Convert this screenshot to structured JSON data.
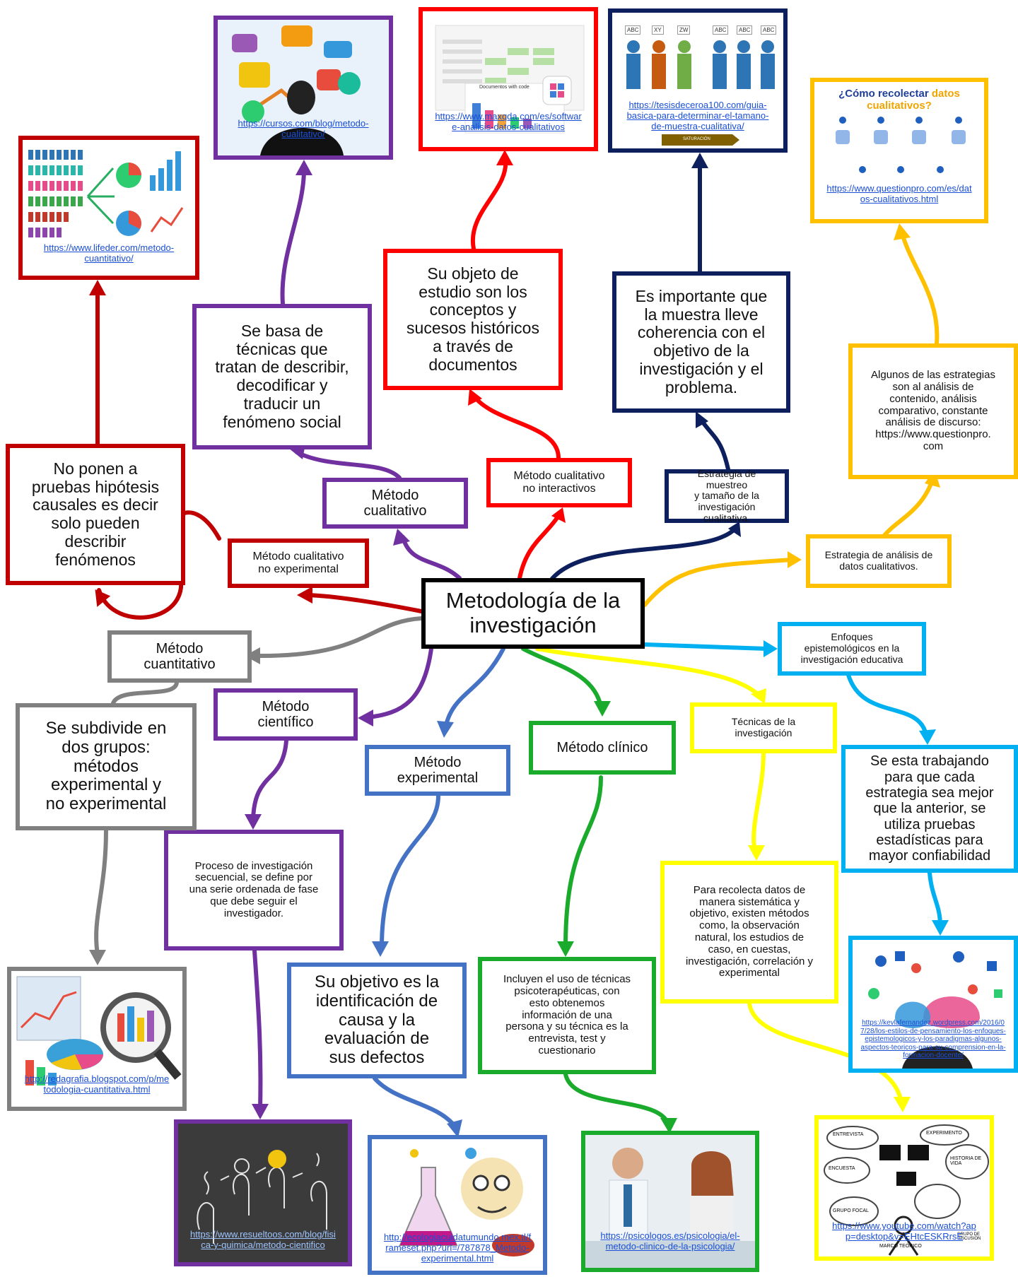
{
  "colors": {
    "red": "#cc0000",
    "darkred": "#c00000",
    "purple": "#7030a0",
    "navy": "#0d1f5c",
    "orange": "#ffc000",
    "gray": "#808080",
    "blue": "#4472c4",
    "green": "#1aaa2c",
    "yellow": "#ffff00",
    "cyan": "#00b0f0",
    "black": "#000000"
  },
  "center": {
    "title": "Metodología de la\ninvestigación"
  },
  "branches": {
    "no_exp": "Método cualitativo\nno experimental",
    "cualitativo": "Método\ncualitativo",
    "no_inter": "Método cualitativo\nno interactivos",
    "muestreo": "Estrategia de muestreo\ny tamaño de la\ninvestigación cualitativa.",
    "analisis": "Estrategia de análisis de\ndatos cualitativos.",
    "enfoques": "Enfoques\nepistemológicos en la\ninvestigación educativa",
    "tecnicas": "Técnicas de la\ninvestigación",
    "clinico": "Método clínico",
    "experimental": "Método\nexperimental",
    "cientifico": "Método\ncientífico",
    "cuantitativo": "Método\ncuantitativo"
  },
  "details": {
    "no_exp": "No ponen a\npruebas hipótesis\ncausales es decir\nsolo pueden\ndescribir\nfenómenos",
    "cualitativo": "Se basa de\ntécnicas que\ntratan de describir,\ndecodificar y\ntraducir un\nfenómeno social",
    "no_inter": "Su objeto de\nestudio son los\nconceptos y\nsucesos históricos\na través de\ndocumentos",
    "muestreo": "Es importante que\nla muestra lleve\ncoherencia con el\nobjetivo de la\ninvestigación y el\nproblema.",
    "analisis": "Algunos de las estrategias\nson al análisis de\ncontenido, análisis\ncomparativo, constante\nanálisis de discurso:\nhttps://www.questionpro.\ncom",
    "enfoques": "Se esta trabajando\npara que cada\nestrategia sea mejor\nque la anterior, se\nutiliza pruebas\nestadísticas para\nmayor confiabilidad",
    "tecnicas": "Para recolecta datos de\nmanera sistemática y\nobjetivo, existen métodos\ncomo, la observación\nnatural, los estudios de\ncaso, en cuestas,\ninvestigación, correlación y\nexperimental",
    "clinico": "Incluyen el uso de técnicas\npsicoterapéuticas, con\nesto obtenemos\ninformación de una\npersona y su técnica es la\nentrevista, test y\ncuestionario",
    "experimental": "Su objetivo es la\nidentificación de\ncausa y la\nevaluación de\nsus defectos",
    "cientifico": "Proceso de investigación\nsecuencial, se define por\nuna serie ordenada de fase\nque debe seguir el\ninvestigador.",
    "cuantitativo": "Se subdivide en\ndos grupos:\nmétodos\nexperimental y\nno experimental"
  },
  "links": {
    "lifeder": "https://www.lifeder.com/metodo-\ncuantitativo/",
    "cursos": "https://cursos.com/blog/metodo-\ncualitativo/",
    "maxqda": "https://www.maxqda.com/es/softwar\ne-analisis-datos-cualitativos",
    "tesis": "https://tesisdeceroa100.com/guia-\nbasica-para-determinar-el-tamano-\nde-muestra-cualitativa/",
    "questionpro": "https://www.questionpro.com/es/dat\nos-cualitativos.html",
    "redagrafia": "http://redagrafia.blogspot.com/p/me\ntodologia-cuantitativa.html",
    "resueltoos": "https://www.resueltoos.com/blog/fisi\nca-y-quimica/metodo-cientifico",
    "ecologia": "http://ecologiacuidatumundo.mex.tl/f\nrameset.php?url=/787878_Metodo-\nexperimental.html",
    "psicologos": "https://psicologos.es/psicologia/el-\nmetodo-clinico-de-la-psicologia/",
    "kevla": "https://kevlafernandez.wordpress.com/2016/0\n7/28/los-estilos-de-pensamiento-los-enfoques-\nepistemologicos-y-los-paradigmas-algunos-\naspectos-teoricos-para-su-comprension-en-la-\nformacion-docente/",
    "youtube": "https://www.youtube.com/watch?ap\np=desktop&v=EHtcESKRrsE"
  },
  "image_text": {
    "questionpro_header_a": "¿Cómo recolectar ",
    "questionpro_header_b": "datos cualitativos?",
    "maxqda_caption": "Documentos with code",
    "tesis_tags": [
      "ABC",
      "XY",
      "ZW",
      "ABC",
      "ABC",
      "ABC"
    ],
    "tesis_bar": "SATURACIÓN",
    "youtube_words": [
      "ENTREVISTA",
      "ENCUESTA",
      "GRUPO FOCAL",
      "EXPERIMENTO",
      "HISTORIA DE VIDA",
      "GRUPO DE DISCUSIÓN",
      "MARCO TEÓRICO"
    ]
  }
}
